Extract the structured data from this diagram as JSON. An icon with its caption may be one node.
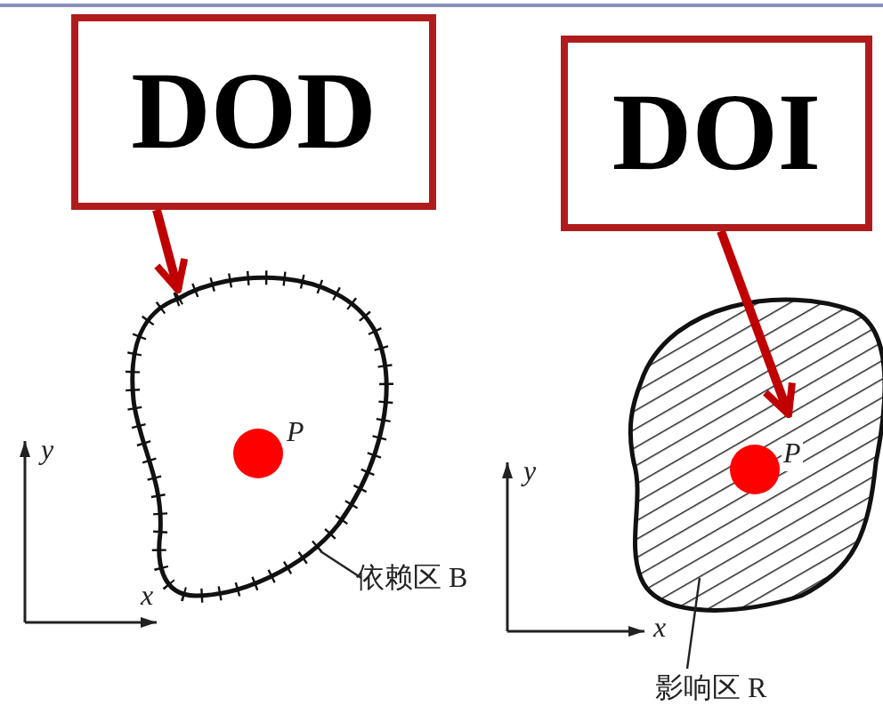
{
  "diagram": {
    "nodes": [
      {
        "text": [
          "DOD"
        ]
      },
      {
        "text": [
          "DOI"
        ]
      },
      {
        "text": [],
        "shape": "blob"
      },
      {
        "text": [],
        "shape": "blob"
      },
      {
        "text": [
          "依赖区 B"
        ]
      },
      {
        "text": [
          "影响区 R"
        ]
      }
    ],
    "edges": [
      {
        "from": 0,
        "to": 2,
        "arrow": "to",
        "color": "#c00000",
        "style": "thick"
      },
      {
        "from": 1,
        "to": 3,
        "arrow": "to",
        "color": "#c00000",
        "style": "thick"
      },
      {
        "from": 4,
        "to": 2,
        "arrow": "none",
        "color": "#222222"
      },
      {
        "from": 5,
        "to": 3,
        "arrow": "none",
        "color": "#222222"
      }
    ],
    "labels": [
      "P",
      "y",
      "x",
      "P",
      "y",
      "x"
    ]
  }
}
